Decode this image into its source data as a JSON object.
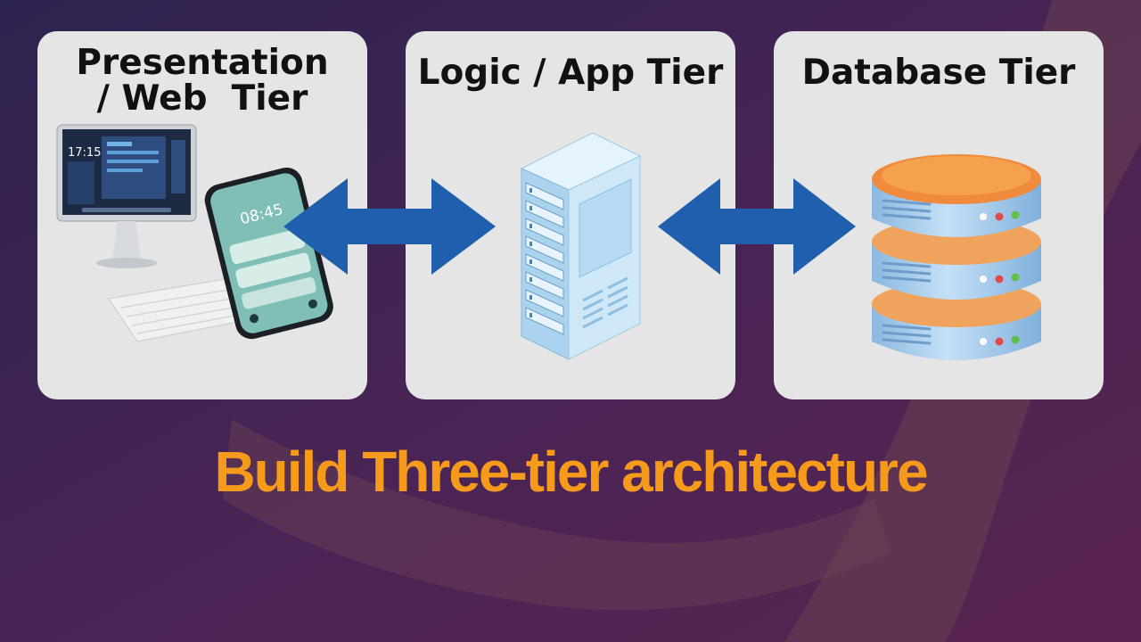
{
  "tiers": [
    {
      "title": "Presentation\n/ Web  Tier",
      "icon": "computer-and-phone-icon",
      "phone_time": "08:45",
      "monitor_time": "17:15"
    },
    {
      "title": "Logic / App Tier",
      "icon": "server-rack-icon"
    },
    {
      "title": "Database Tier",
      "icon": "database-stack-icon"
    }
  ],
  "connectors": [
    "double-arrow-icon",
    "double-arrow-icon"
  ],
  "banner": {
    "text": "Build Three-tier architecture"
  },
  "colors": {
    "background": "#3b2453",
    "card": "#e5e5e5",
    "arrow": "#1f5fad",
    "banner": "#f59a1b",
    "database_top": "#f08a3c",
    "server": "#bfe0f5"
  }
}
